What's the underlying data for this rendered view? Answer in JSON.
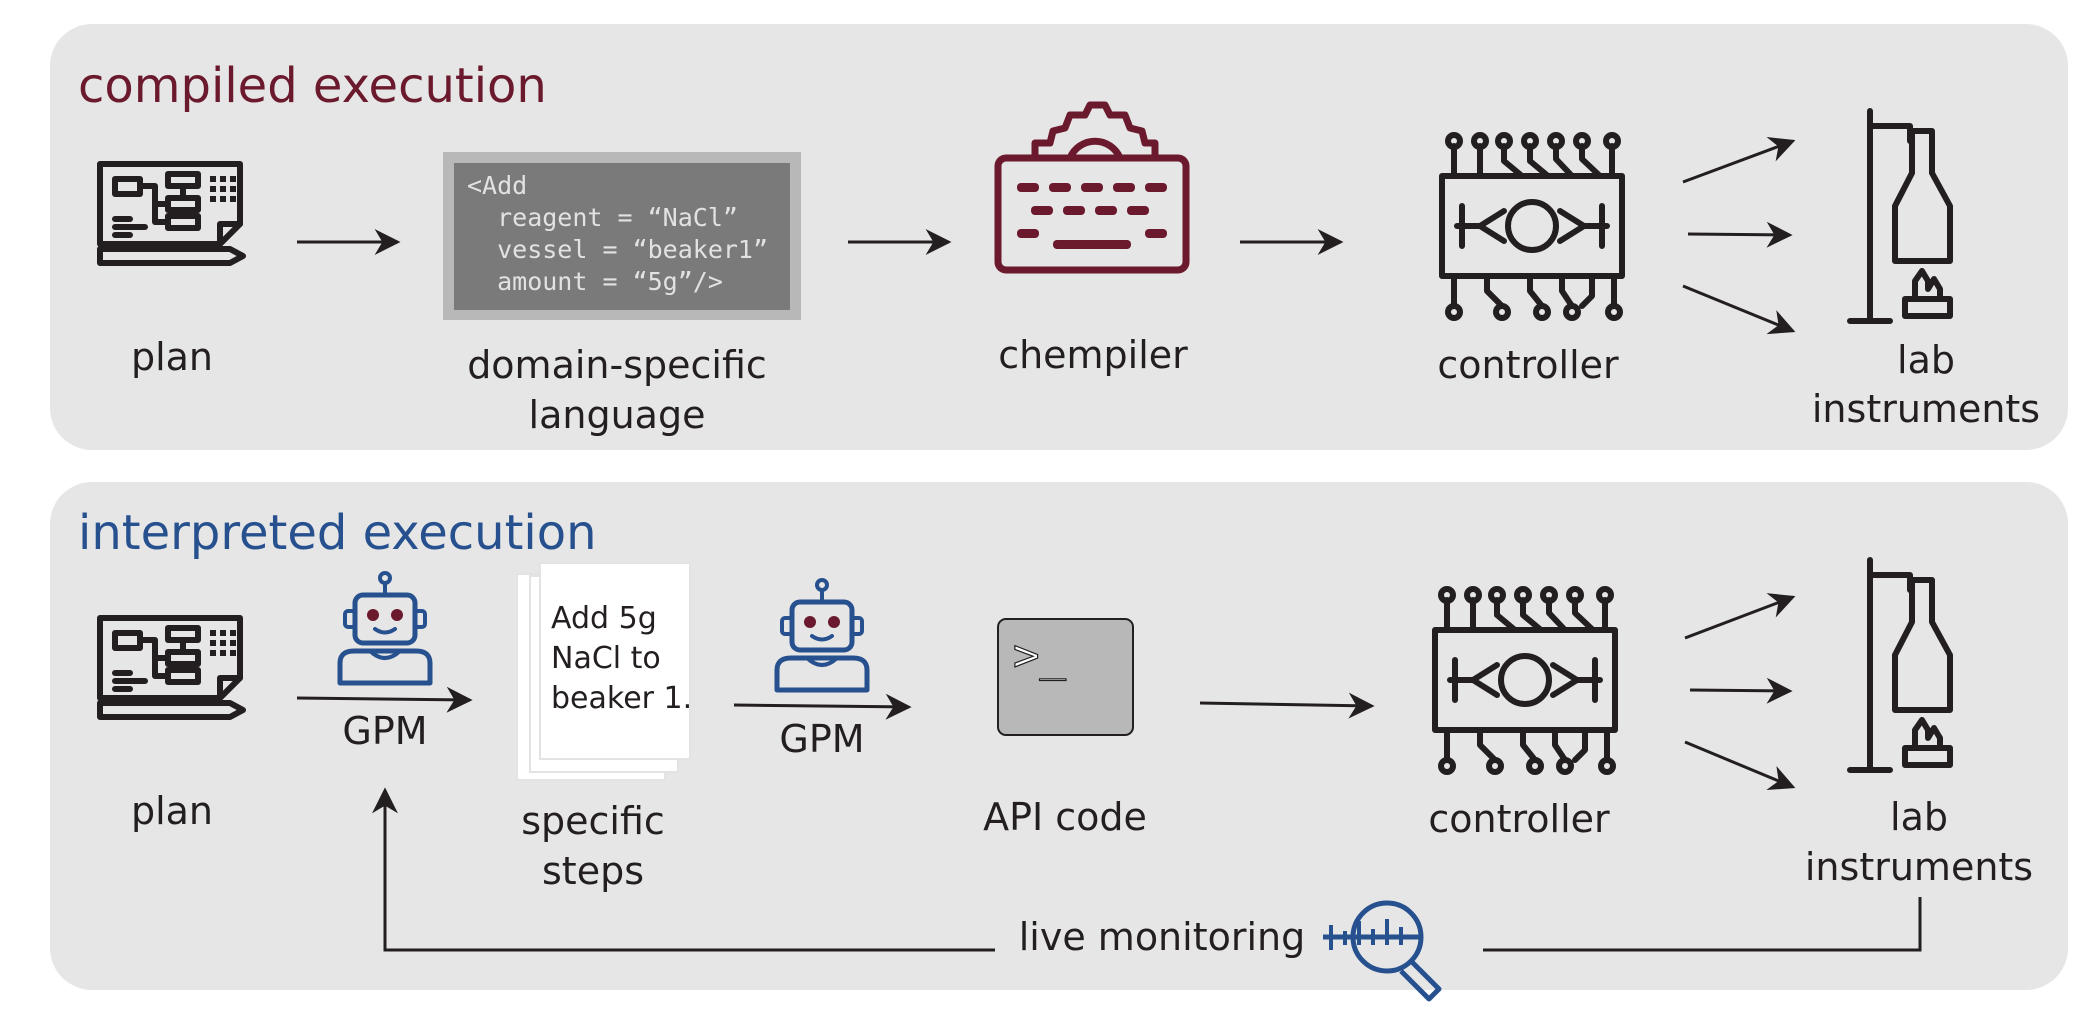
{
  "colors": {
    "compiled": "#6b1a2e",
    "interpreted": "#27508f",
    "panel": "#e6e6e6",
    "ink": "#231f20",
    "code_bg": "#7a7a7a",
    "terminal_bg": "#b8b8b8"
  },
  "compiled": {
    "title": "compiled execution",
    "plan": "plan",
    "dsl_line1": "domain-specific",
    "dsl_line2": "language",
    "code": [
      "<Add",
      "  reagent = “NaCl”",
      "  vessel = “beaker1”",
      "  amount = “5g”/>"
    ],
    "chempiler": "chempiler",
    "controller": "controller",
    "lab_line1": "lab",
    "lab_line2": "instruments"
  },
  "interpreted": {
    "title": "interpreted execution",
    "plan": "plan",
    "gpm1": "GPM",
    "note": [
      "Add 5g",
      "NaCl to",
      "beaker 1."
    ],
    "steps_line1": "specific",
    "steps_line2": "steps",
    "gpm2": "GPM",
    "terminal_prompt": ">_",
    "api": "API code",
    "controller": "controller",
    "lab_line1": "lab",
    "lab_line2": "instruments",
    "monitoring": "live monitoring"
  },
  "icons": [
    "blueprint-icon",
    "gear-keyboard-icon",
    "circuit-board-icon",
    "lab-stand-icon",
    "robot-icon",
    "terminal-icon",
    "magnifier-chart-icon"
  ]
}
